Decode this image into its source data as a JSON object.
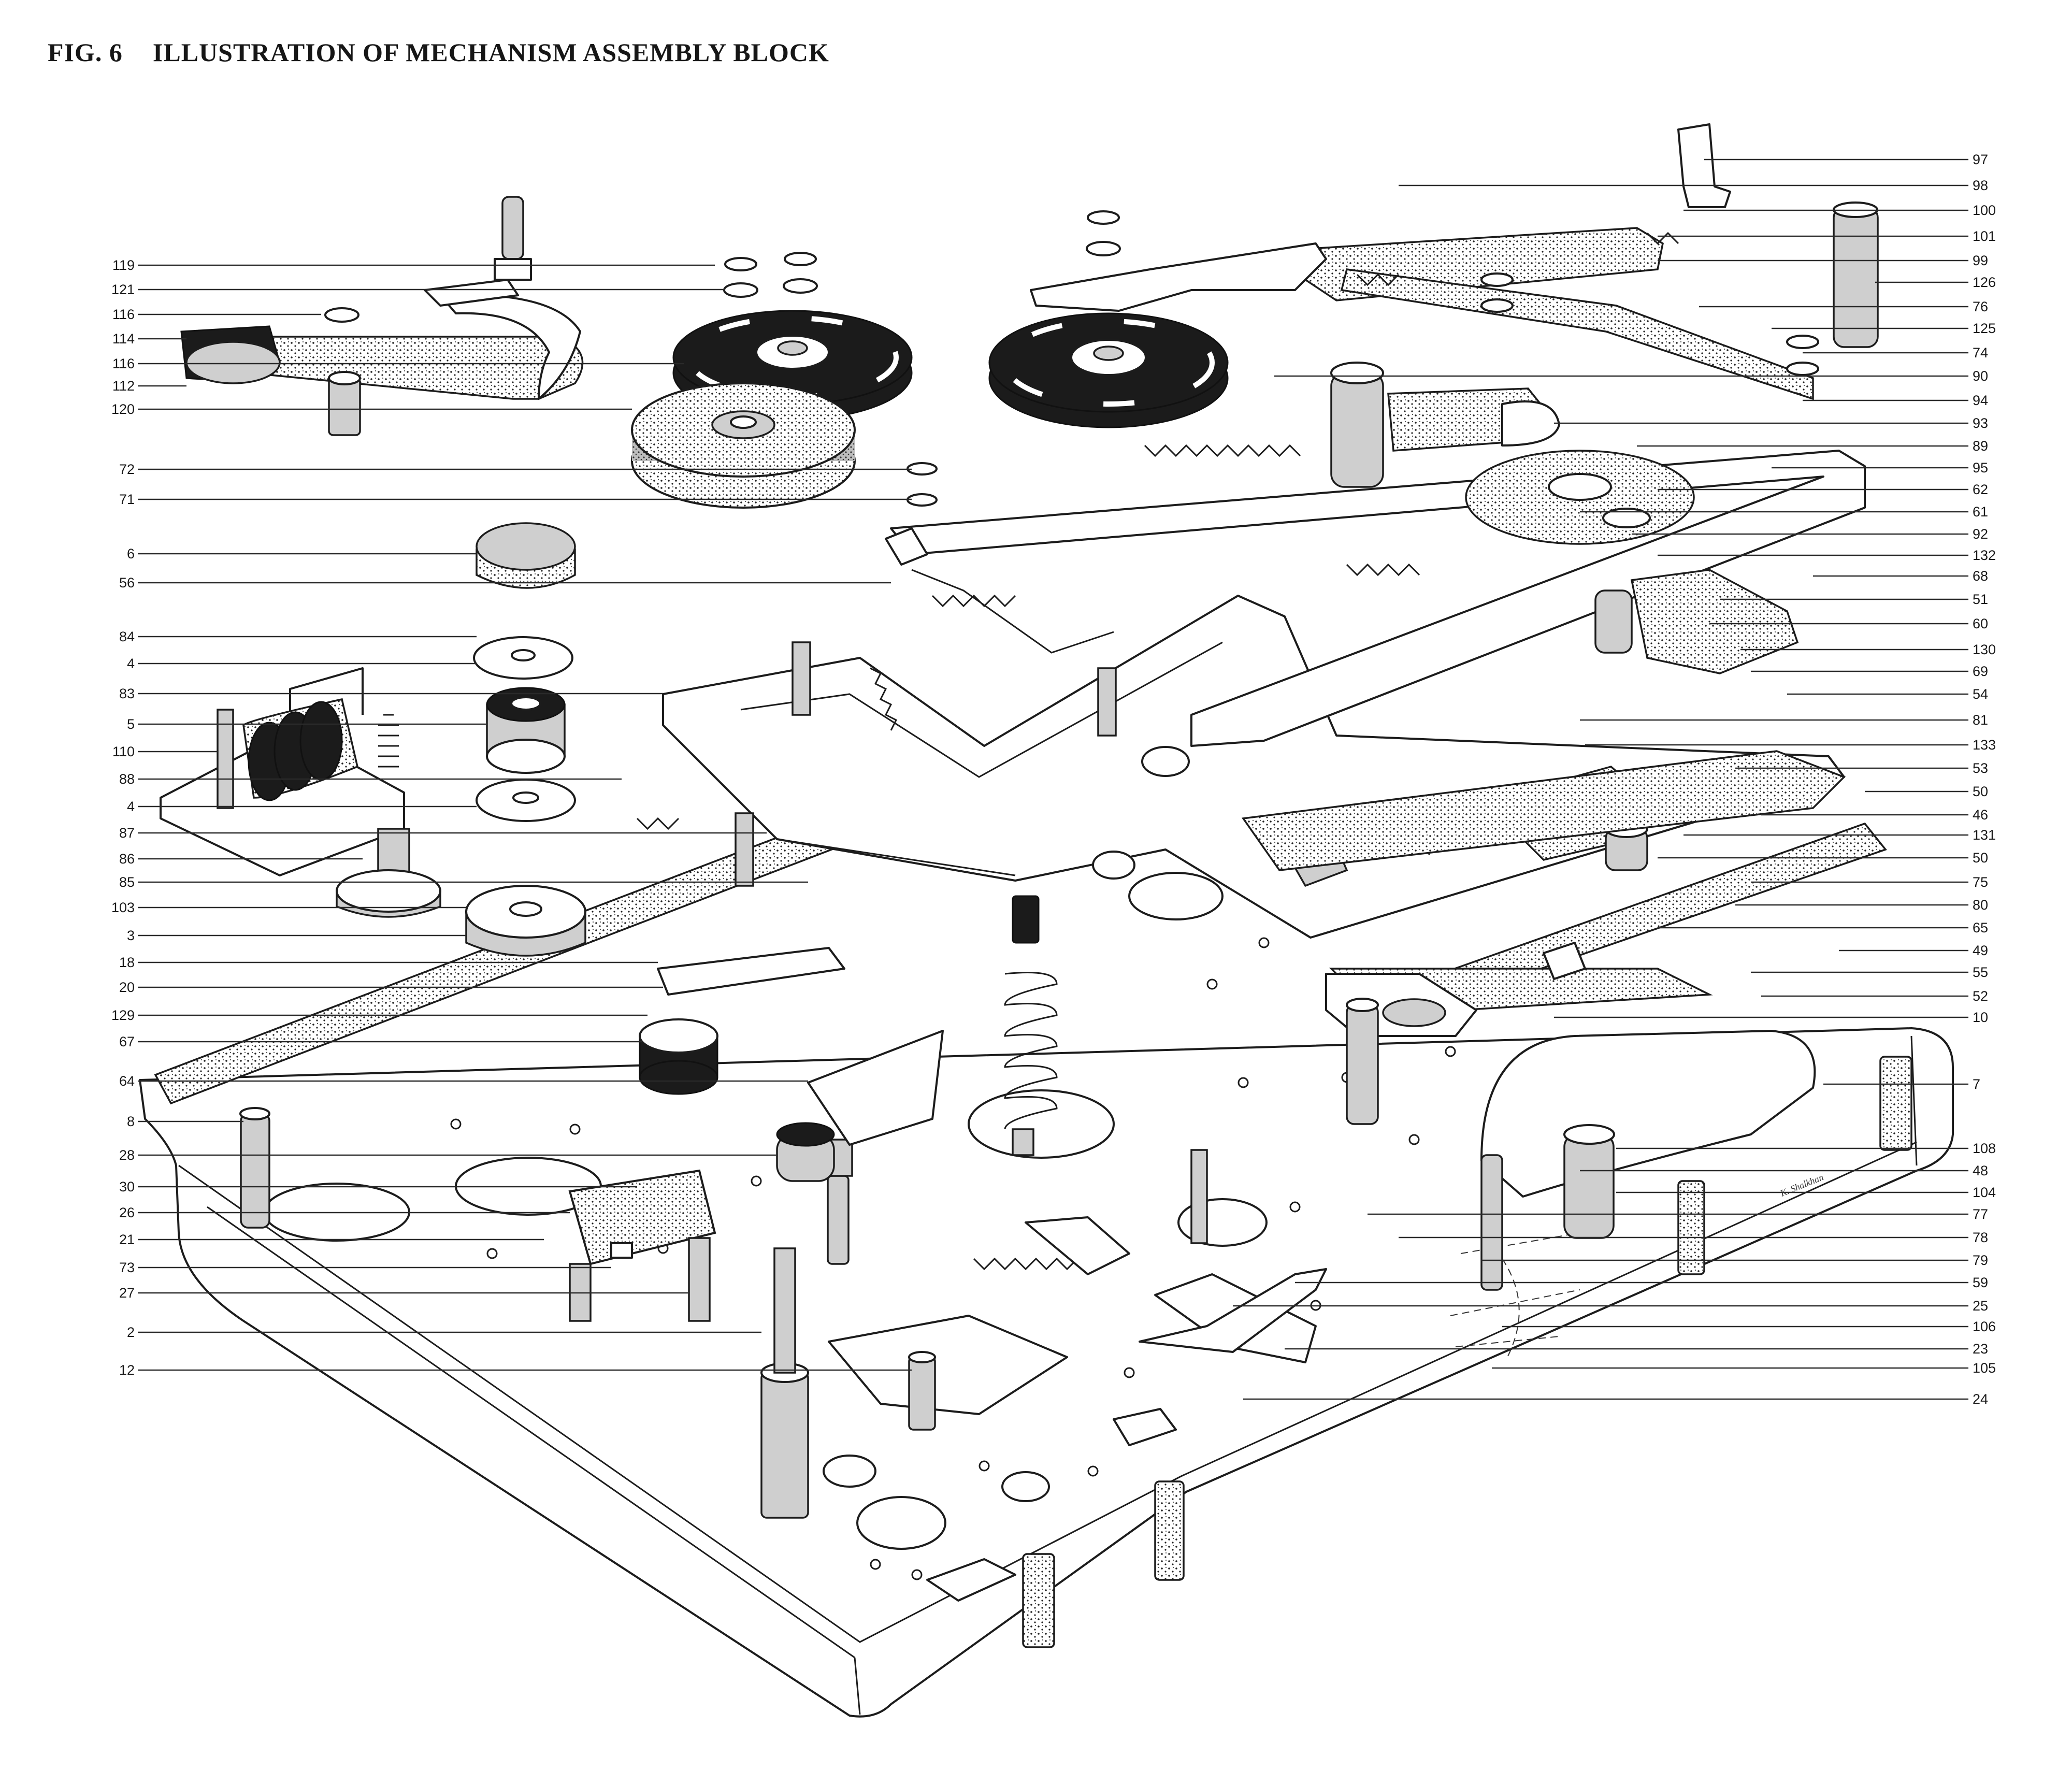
{
  "figure": {
    "fig_label": "FIG. 6",
    "title": "ILLUSTRATION OF MECHANISM ASSEMBLY BLOCK",
    "signature": "K. Shalkhan"
  },
  "callouts_left": [
    "119",
    "121",
    "116",
    "114",
    "116",
    "112",
    "120",
    "72",
    "71",
    "6",
    "56",
    "84",
    "4",
    "83",
    "5",
    "110",
    "88",
    "4",
    "87",
    "86",
    "85",
    "103",
    "3",
    "18",
    "20",
    "129",
    "67",
    "64",
    "8",
    "28",
    "30",
    "26",
    "21",
    "73",
    "27",
    "2",
    "12"
  ],
  "callouts_right": [
    "97",
    "98",
    "100",
    "101",
    "99",
    "126",
    "76",
    "125",
    "74",
    "90",
    "94",
    "93",
    "89",
    "95",
    "62",
    "61",
    "92",
    "132",
    "68",
    "51",
    "60",
    "130",
    "69",
    "54",
    "81",
    "133",
    "53",
    "50",
    "46",
    "131",
    "50",
    "75",
    "80",
    "65",
    "49",
    "55",
    "52",
    "10",
    "7",
    "108",
    "48",
    "104",
    "77",
    "78",
    "79",
    "59",
    "25",
    "106",
    "23",
    "105",
    "24"
  ],
  "colors": {
    "ink": "#1c1c1c",
    "paper": "#ffffff"
  }
}
